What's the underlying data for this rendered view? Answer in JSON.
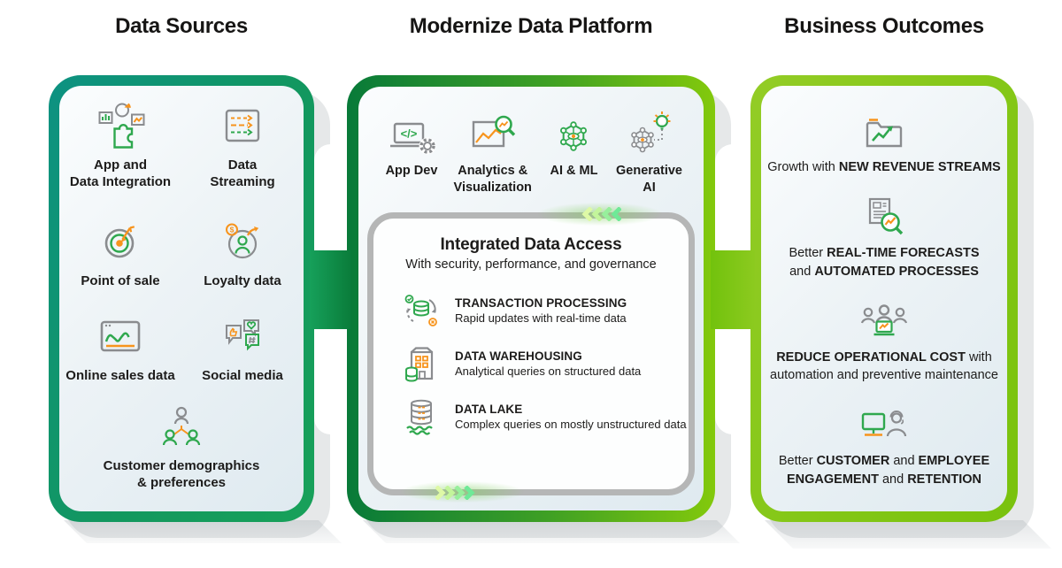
{
  "data_sources": {
    "title": "Data Sources",
    "items": [
      {
        "label": "App and\nData Integration",
        "icon": "app-data-integration-icon"
      },
      {
        "label": "Data\nStreaming",
        "icon": "data-streaming-icon"
      },
      {
        "label": "Point of sale",
        "icon": "point-of-sale-icon"
      },
      {
        "label": "Loyalty data",
        "icon": "loyalty-data-icon",
        "glyph": "$"
      },
      {
        "label": "Online sales data",
        "icon": "online-sales-data-icon"
      },
      {
        "label": "Social media",
        "icon": "social-media-icon"
      },
      {
        "label": "Customer demographics\n& preferences",
        "icon": "customer-demographics-icon"
      }
    ]
  },
  "modernize": {
    "title": "Modernize Data Platform",
    "capabilities": [
      {
        "label": "App Dev",
        "icon": "app-dev-icon",
        "glyph": "</>"
      },
      {
        "label": "Analytics &\nVisualization",
        "icon": "analytics-visualization-icon"
      },
      {
        "label": "AI & ML",
        "icon": "ai-ml-icon"
      },
      {
        "label": "Generative\nAI",
        "icon": "generative-ai-icon"
      }
    ],
    "integrated_box": {
      "title": "Integrated Data Access",
      "subtitle": "With security, performance, and governance",
      "items": [
        {
          "title": "TRANSACTION PROCESSING",
          "desc": "Rapid updates with real-time data",
          "icon": "transaction-processing-icon"
        },
        {
          "title": "DATA WAREHOUSING",
          "desc": "Analytical queries on structured data",
          "icon": "data-warehousing-icon"
        },
        {
          "title": "DATA LAKE",
          "desc": "Complex queries on mostly unstructured data",
          "icon": "data-lake-icon"
        }
      ]
    }
  },
  "outcomes": {
    "title": "Business Outcomes",
    "items": [
      {
        "icon": "new-revenue-streams-icon",
        "segments": [
          {
            "t": "Growth with ",
            "b": 0
          },
          {
            "t": "NEW REVENUE STREAMS",
            "b": 1
          }
        ]
      },
      {
        "icon": "real-time-forecasts-icon",
        "segments": [
          {
            "t": "Better ",
            "b": 0
          },
          {
            "t": "REAL-TIME FORECASTS",
            "b": 1
          },
          {
            "t": "\nand ",
            "b": 0
          },
          {
            "t": "AUTOMATED PROCESSES",
            "b": 1
          }
        ]
      },
      {
        "icon": "reduce-operational-cost-icon",
        "segments": [
          {
            "t": "REDUCE OPERATIONAL COST",
            "b": 1
          },
          {
            "t": " with\nautomation and preventive maintenance",
            "b": 0
          }
        ]
      },
      {
        "icon": "customer-employee-engagement-icon",
        "segments": [
          {
            "t": "Better ",
            "b": 0
          },
          {
            "t": "CUSTOMER",
            "b": 1
          },
          {
            "t": " and ",
            "b": 0
          },
          {
            "t": "EMPLOYEE\nENGAGEMENT",
            "b": 1
          },
          {
            "t": " and ",
            "b": 0
          },
          {
            "t": "RETENTION",
            "b": 1
          }
        ]
      }
    ]
  },
  "colors": {
    "teal_border": "#0d9282",
    "green_border_dark": "#087a39",
    "green_border_bright": "#83c90c",
    "lime_border": "#84c717",
    "icon_green": "#2fa84e",
    "icon_gray": "#8a8c8f",
    "icon_orange": "#f7941d",
    "box_border_gray": "#b5b6b6"
  }
}
